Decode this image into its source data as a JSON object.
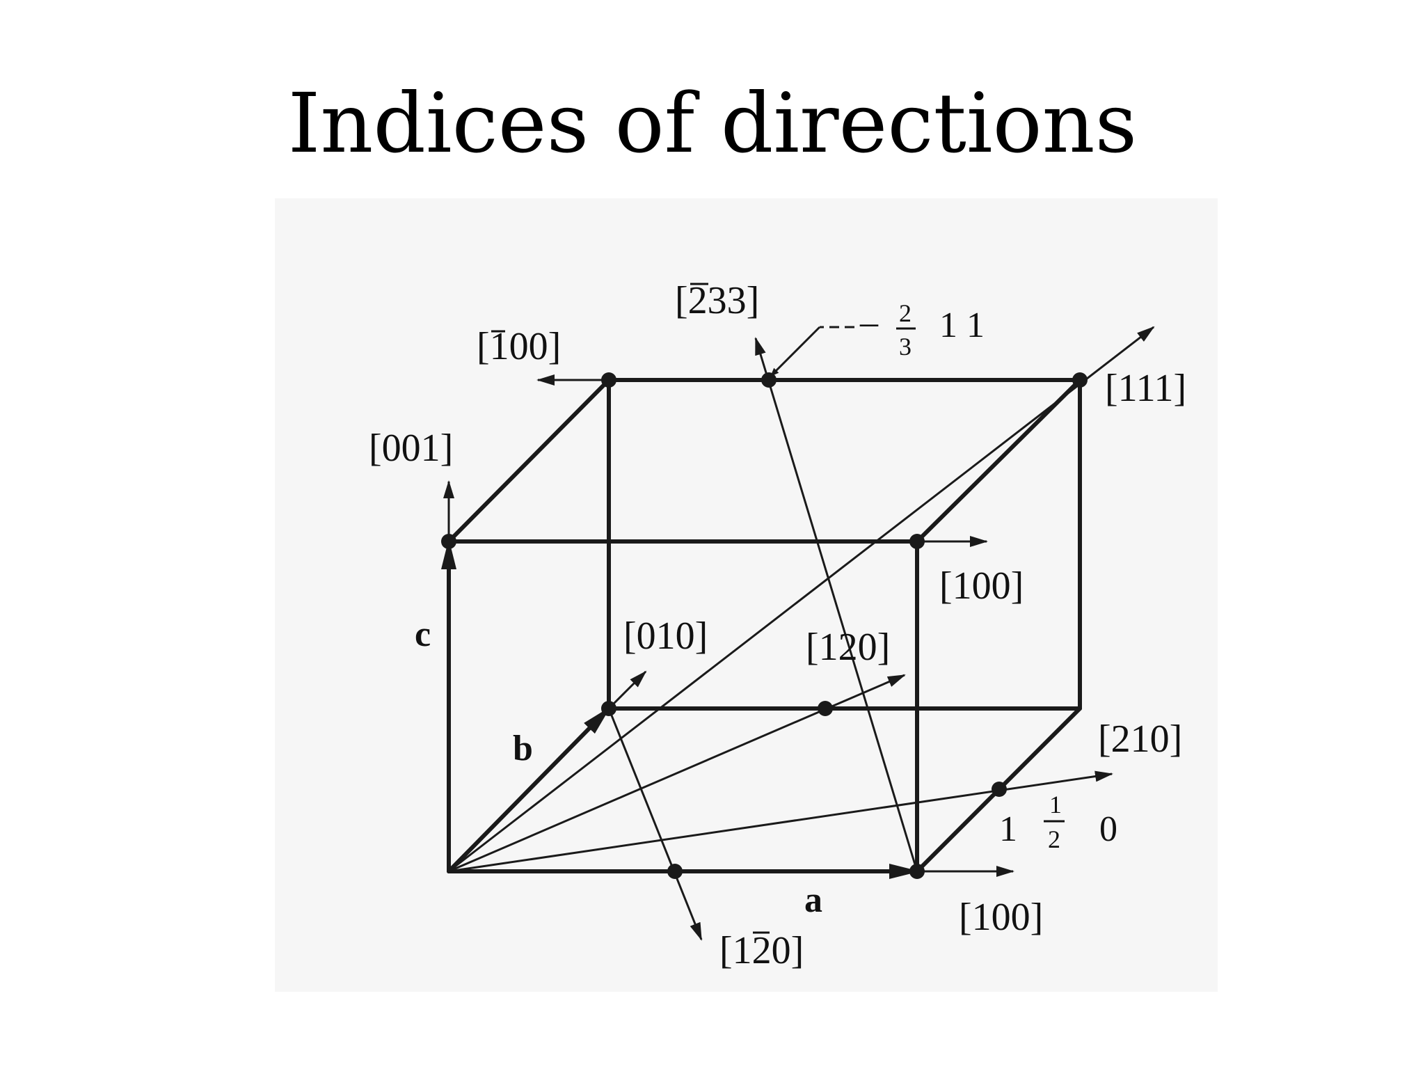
{
  "slide": {
    "title": "Indices of directions"
  },
  "figure": {
    "axes": {
      "a": "a",
      "b": "b",
      "c": "c"
    },
    "direction_labels": {
      "m100_top": "[100]",
      "d001": "[001]",
      "m233": "[233]",
      "d111": "[111]",
      "d100_mid": "[100]",
      "d010": "[010]",
      "d120": "[120]",
      "d210": "[210]",
      "d100_bottom": "[100]",
      "d1m20": "[120]"
    },
    "point_annotations": {
      "top_point": {
        "sign": "–",
        "numerator": "2",
        "denominator": "3",
        "rest": "1 1"
      },
      "side_point": {
        "lead": "1",
        "numerator": "1",
        "denominator": "2",
        "trail": "0"
      }
    }
  }
}
